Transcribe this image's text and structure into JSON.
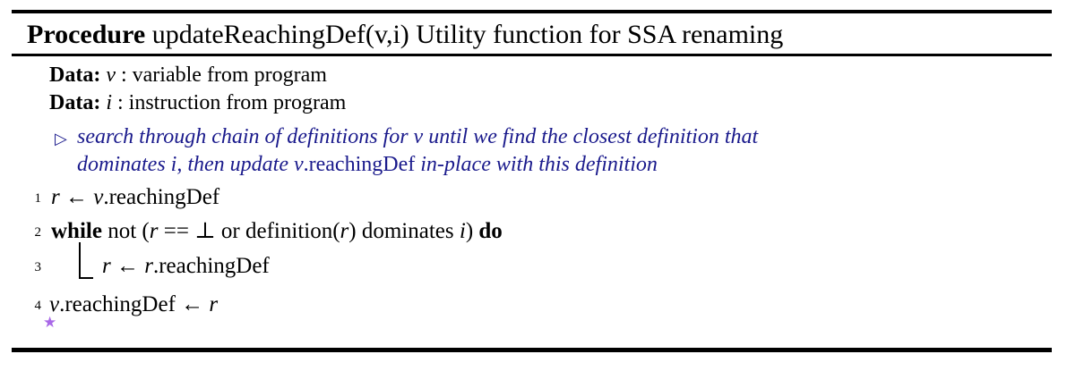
{
  "title": {
    "keyword": "Procedure",
    "rest": " updateReachingDef(v,i) Utility function for SSA renaming"
  },
  "data_lines": [
    [
      {
        "t": "Data: ",
        "s": "b"
      },
      {
        "t": "v",
        "s": "i"
      },
      {
        "t": " : variable from program"
      }
    ],
    [
      {
        "t": "Data: ",
        "s": "b"
      },
      {
        "t": "i",
        "s": "i"
      },
      {
        "t": " : instruction from program"
      }
    ]
  ],
  "comment": {
    "marker": "▷",
    "lines": [
      [
        {
          "t": "search through chain of definitions for v until we find the closest definition that",
          "s": "i"
        }
      ],
      [
        {
          "t": "dominates i, then update v",
          "s": "i"
        },
        {
          "t": ".reachingDef"
        },
        {
          "t": " in-place with this definition",
          "s": "i"
        }
      ]
    ]
  },
  "code_lines": [
    {
      "num": "1",
      "segments": [
        {
          "t": "r",
          "s": "i"
        },
        {
          "t": " ← "
        },
        {
          "t": "v",
          "s": "i"
        },
        {
          "t": ".reachingDef"
        }
      ]
    },
    {
      "num": "2",
      "segments": [
        {
          "t": "while",
          "s": "b"
        },
        {
          "t": " not ("
        },
        {
          "t": "r",
          "s": "i"
        },
        {
          "t": " == ⊥ or definition("
        },
        {
          "t": "r",
          "s": "i"
        },
        {
          "t": ") dominates "
        },
        {
          "t": "i",
          "s": "i"
        },
        {
          "t": ") "
        },
        {
          "t": "do",
          "s": "b"
        }
      ]
    },
    {
      "num": "3",
      "segments": [
        {
          "t": "r",
          "s": "i"
        },
        {
          "t": " ← "
        },
        {
          "t": "r",
          "s": "i"
        },
        {
          "t": ".reachingDef"
        }
      ]
    },
    {
      "num": "4",
      "segments": [
        {
          "t": "v",
          "s": "i"
        },
        {
          "t": ".reachingDef ← "
        },
        {
          "t": "r",
          "s": "i"
        }
      ]
    }
  ],
  "footnote": {
    "star": "★"
  },
  "colors": {
    "comment": "#1a1a8c",
    "star": "#a968e8",
    "text": "#000000",
    "rule": "#000000"
  }
}
